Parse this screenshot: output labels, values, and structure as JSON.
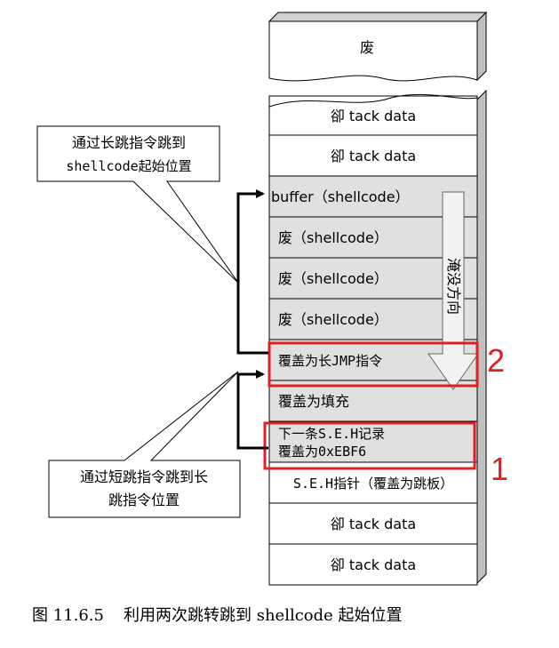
{
  "top_block": {
    "label": "废"
  },
  "stack": {
    "rows": [
      {
        "label": "卻 tack data",
        "shaded": false
      },
      {
        "label": "卻 tack data",
        "shaded": false
      },
      {
        "label": "buffer（shellcode）",
        "shaded": true
      },
      {
        "label": "废（shellcode）",
        "shaded": true
      },
      {
        "label": "废（shellcode）",
        "shaded": true
      },
      {
        "label": "废（shellcode）",
        "shaded": true
      },
      {
        "label": "覆盖为长JMP指令",
        "shaded": true
      },
      {
        "label": "覆盖为填充",
        "shaded": true
      },
      {
        "label": "下一条S.E.H记录\n覆盖为0xEBF6",
        "shaded": true
      },
      {
        "label": "S.E.H指针（覆盖为跳板）",
        "shaded": false
      },
      {
        "label": "卻 tack data",
        "shaded": false
      },
      {
        "label": "卻 tack data",
        "shaded": false
      }
    ]
  },
  "flood_arrow": {
    "label": "淹没方向"
  },
  "callouts": {
    "long_jump": {
      "line1": "通过长跳指令跳到",
      "line2": "shellcode起始位置"
    },
    "short_jump": {
      "line1": "通过短跳指令跳到长",
      "line2": "跳指令位置"
    }
  },
  "markers": {
    "jmp_marker": "2",
    "seh_marker": "1"
  },
  "caption": {
    "number": "图 11.6.5",
    "text": "利用两次跳转跳到 shellcode 起始位置"
  },
  "colors": {
    "shaded": "#e0e0e0",
    "plain": "#ffffff",
    "side": "#c0c0c0",
    "highlight": "#e02020"
  }
}
